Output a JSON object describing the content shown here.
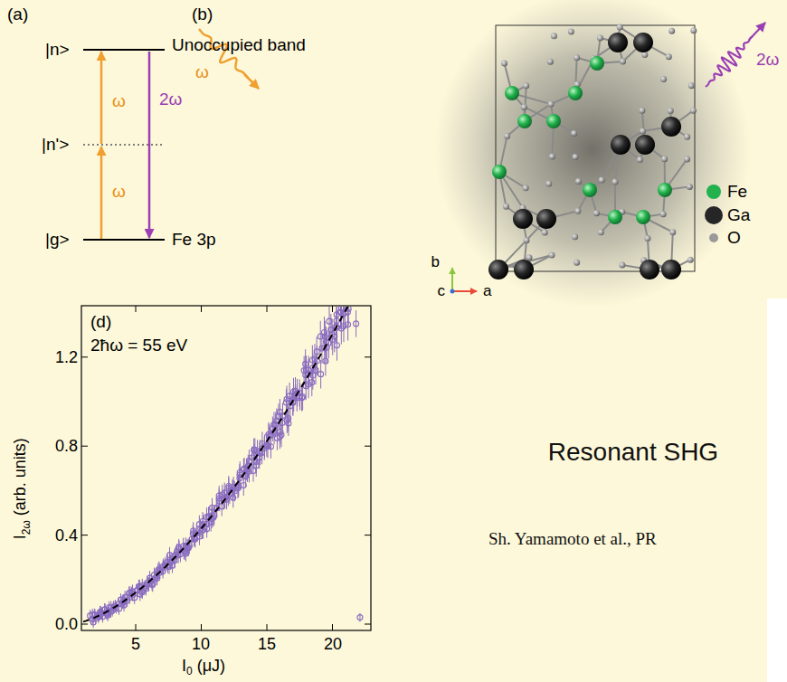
{
  "diagram": {
    "title": "Resonant SHG",
    "caption": "Sh. Yamamoto et al., PR",
    "labels": [
      "(a)",
      "|n>",
      "Unoccupied band",
      "ω",
      "|n'>",
      "ω",
      "2ω",
      "|g>",
      "Fe 3p",
      "(b)",
      "ω",
      "2ω",
      "b",
      "c",
      "a",
      "(d)",
      "2ħω = 55 eV",
      "1.2",
      "0.8",
      "0.4",
      "0.0",
      "5",
      "10",
      "15",
      "20",
      "I",
      "2ω",
      "(arb. units)",
      "I",
      "0",
      "(μJ)"
    ],
    "legend": [
      {
        "text": "Fe",
        "color": "#22b14c"
      },
      {
        "text": "Ga",
        "color": "#262626"
      },
      {
        "text": "O",
        "color": "#9a9a9a"
      }
    ]
  }
}
